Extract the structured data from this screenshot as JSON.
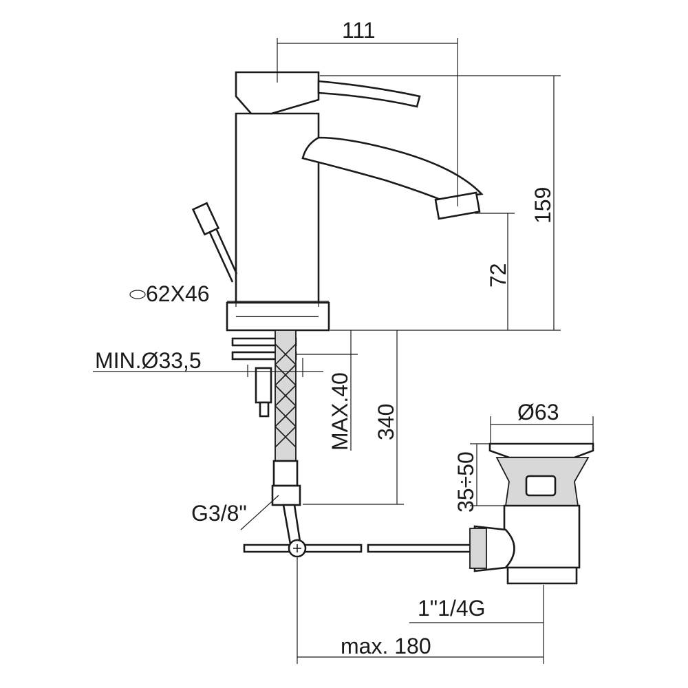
{
  "dimensions": {
    "width_top": "111",
    "height_total": "159",
    "spout_height": "72",
    "base_size": "62X46",
    "hole_min": "MIN.Ø33,5",
    "deck_max": "MAX.40",
    "hose_length": "340",
    "drain_diameter": "Ø63",
    "drain_range": "35÷50",
    "hose_thread": "G3/8\"",
    "drain_thread": "1\"1/4G",
    "rod_max": "max. 180"
  },
  "colors": {
    "line": "#1a1a1a",
    "background": "#ffffff"
  }
}
